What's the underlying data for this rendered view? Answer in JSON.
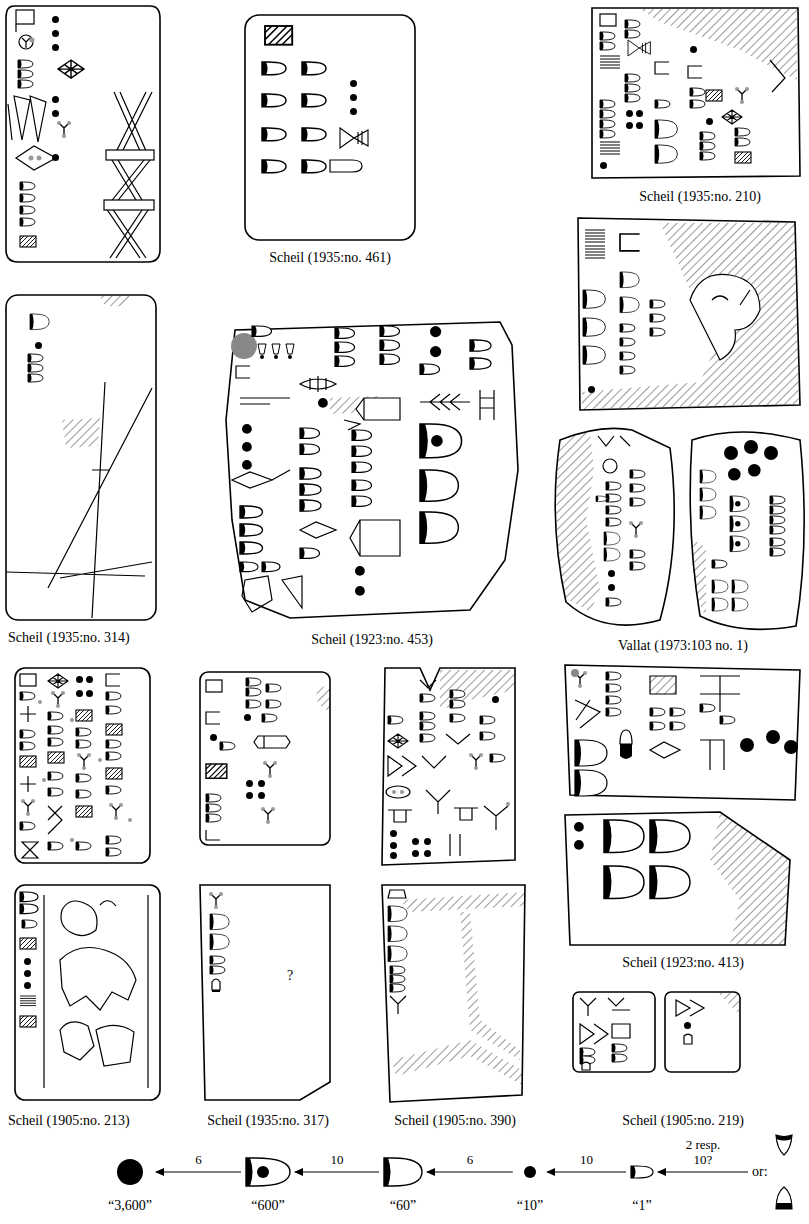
{
  "diagram": {
    "nodes": [
      {
        "text": [
          "“3,600”"
        ]
      },
      {
        "text": [
          "“600”"
        ]
      },
      {
        "text": [
          "“60”"
        ]
      },
      {
        "text": [
          "“10”"
        ]
      },
      {
        "text": [
          "“1”"
        ]
      },
      {
        "text": [
          "or:"
        ]
      }
    ],
    "edges": [
      {
        "from": 1,
        "to": 0,
        "arrow": "to",
        "label": "6"
      },
      {
        "from": 2,
        "to": 1,
        "arrow": "to",
        "label": "10"
      },
      {
        "from": 3,
        "to": 2,
        "arrow": "to",
        "label": "6"
      },
      {
        "from": 4,
        "to": 3,
        "arrow": "to",
        "label": "10"
      },
      {
        "from": 5,
        "to": 4,
        "arrow": "to",
        "label": "2 resp. 10?"
      }
    ],
    "labels": [
      "Scheil (1935:no. 461)",
      "Scheil (1935:no. 210)",
      "Scheil (1935:no. 314)",
      "Scheil (1923:no. 453)",
      "Vallat (1973:103 no. 1)",
      "?",
      "Scheil (1923:no. 413)",
      "Scheil (1905:no. 213)",
      "Scheil (1935:no. 317)",
      "Scheil (1905:no. 390)",
      "Scheil (1905:no. 219)"
    ]
  }
}
